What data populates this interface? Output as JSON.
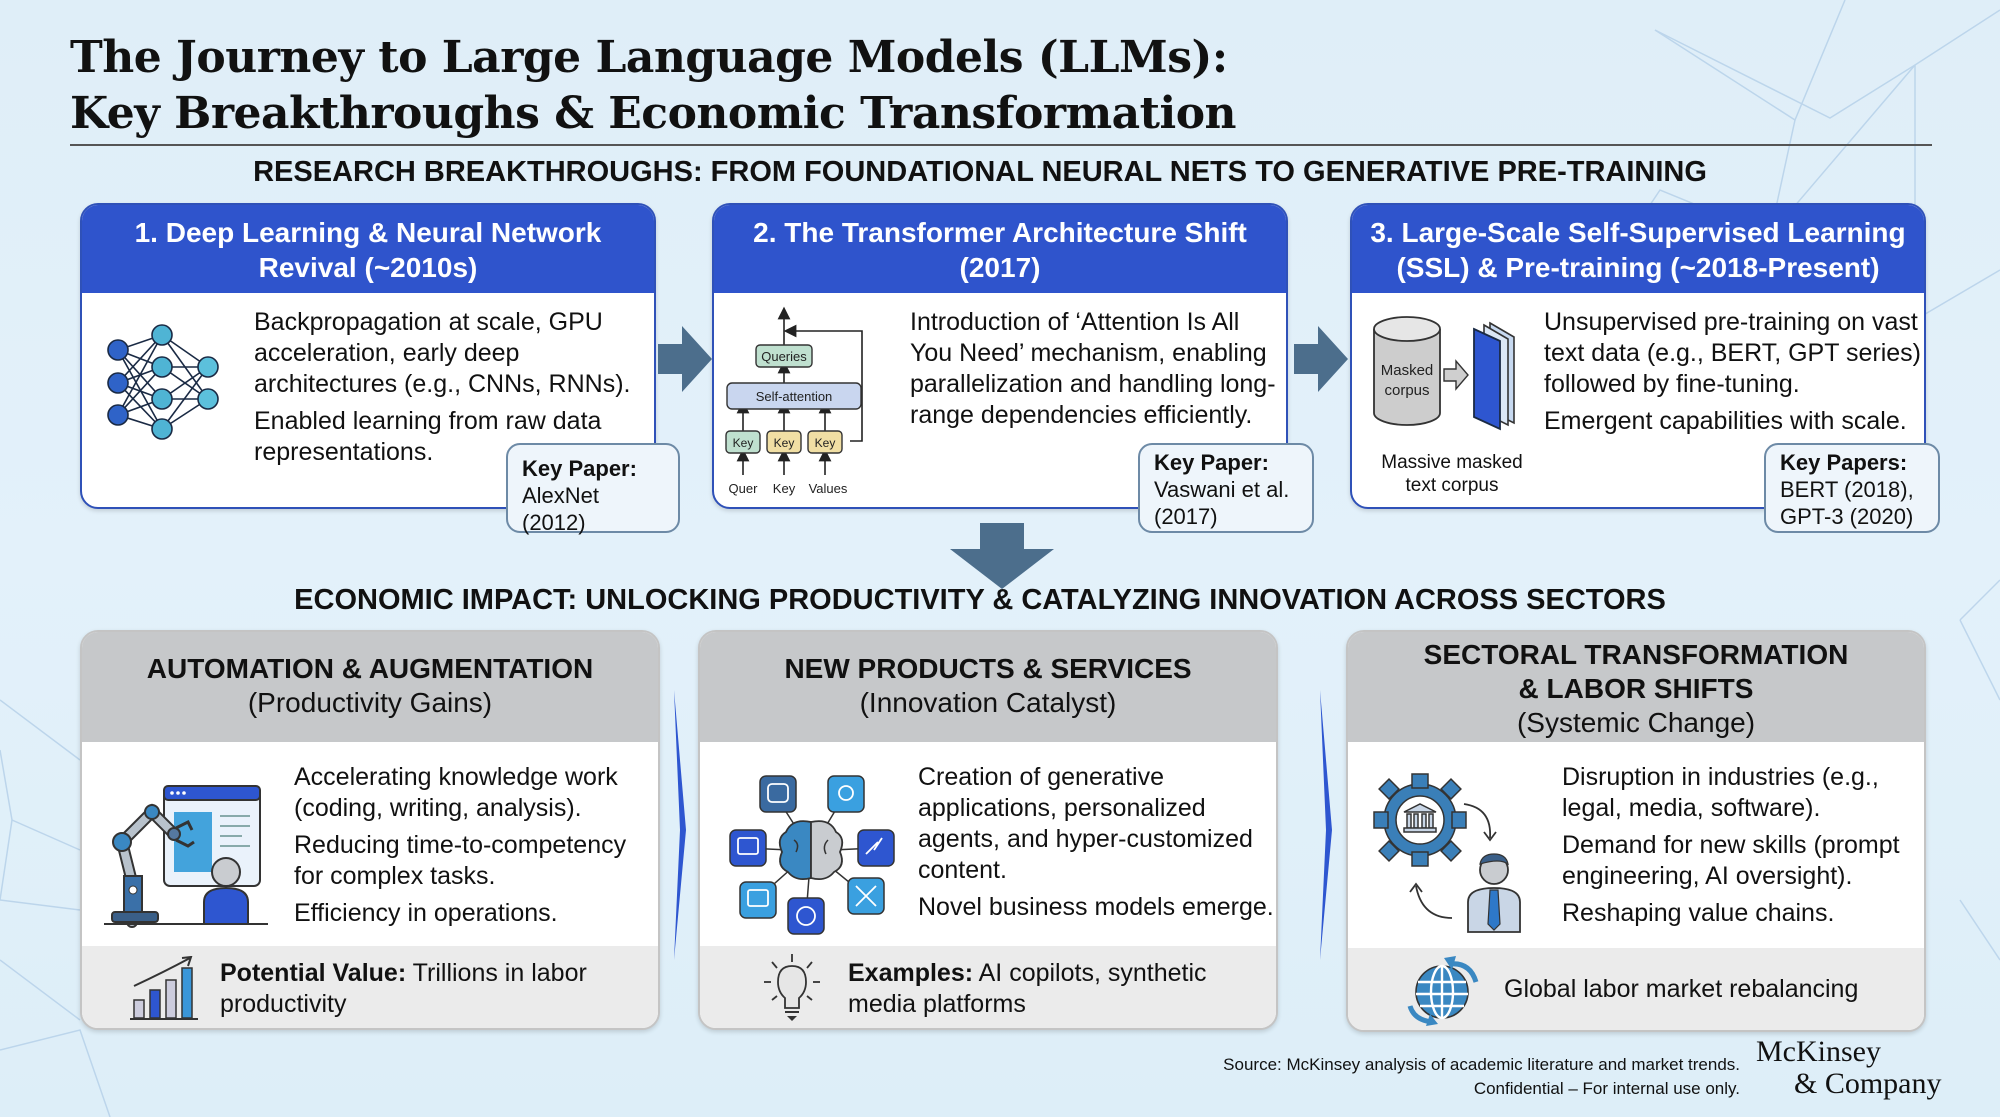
{
  "title": {
    "line1": "The Journey to Large Language Models (LLMs):",
    "line2": "Key Breakthroughs & Economic Transformation"
  },
  "research": {
    "heading": "RESEARCH BREAKTHROUGHS: FROM FOUNDATIONAL NEURAL NETS TO GENERATIVE PRE-TRAINING",
    "cards": [
      {
        "title_line1": "1. Deep Learning & Neural Network",
        "title_line2": "Revival (~2010s)",
        "icon": "neural-network-icon",
        "paragraphs": [
          "Backpropagation at scale, GPU acceleration, early deep architectures (e.g., CNNs, RNNs).",
          "Enabled learning from raw data representations."
        ],
        "key_label": "Key Paper:",
        "key_value": "AlexNet (2012)"
      },
      {
        "title_line1": "2. The Transformer Architecture Shift",
        "title_line2": "(2017)",
        "icon": "transformer-diagram-icon",
        "diagram": {
          "top": "Queries",
          "middle": "Self-attention",
          "keys": [
            "Key",
            "Key",
            "Key"
          ],
          "inputs": [
            "Quer",
            "Key",
            "Values"
          ]
        },
        "paragraphs": [
          "Introduction of ‘Attention Is All You Need’ mechanism, enabling parallelization and handling long-range dependencies efficiently."
        ],
        "key_label": "Key Paper:",
        "key_value": "Vaswani et al. (2017)"
      },
      {
        "title_line1": "3. Large-Scale Self-Supervised Learning",
        "title_line2": "(SSL) & Pre-training (~2018-Present)",
        "icon": "database-to-book-icon",
        "diagram": {
          "cylinder_label_1": "Masked",
          "cylinder_label_2": "corpus",
          "caption_1": "Massive masked",
          "caption_2": "text corpus"
        },
        "paragraphs": [
          "Unsupervised pre-training on vast text data (e.g., BERT, GPT series) followed by fine-tuning.",
          "Emergent capabilities with scale."
        ],
        "key_label": "Key Papers:",
        "key_value_1": "BERT (2018),",
        "key_value_2": "GPT-3 (2020)"
      }
    ]
  },
  "economic": {
    "heading": "ECONOMIC IMPACT: UNLOCKING PRODUCTIVITY & CATALYZING INNOVATION ACROSS SECTORS",
    "cards": [
      {
        "title": "AUTOMATION & AUGMENTATION",
        "subtitle": "(Productivity Gains)",
        "icon": "robot-arm-with-person-icon",
        "paragraphs": [
          "Accelerating knowledge work (coding, writing, analysis).",
          "Reducing time-to-competency for complex tasks.",
          "Efficiency in operations."
        ],
        "footer_icon": "growth-bar-chart-icon",
        "footer_label": "Potential Value:",
        "footer_text": " Trillions in labor productivity"
      },
      {
        "title": "NEW PRODUCTS & SERVICES",
        "subtitle": "(Innovation Catalyst)",
        "icon": "brain-hub-icon",
        "paragraphs": [
          "Creation of generative applications, personalized agents, and hyper-customized content.",
          "Novel business models emerge."
        ],
        "footer_icon": "lightbulb-icon",
        "footer_label": "Examples:",
        "footer_text": " AI copilots, synthetic media platforms"
      },
      {
        "title_line1": "SECTORAL TRANSFORMATION",
        "title_line2": "& LABOR SHIFTS",
        "subtitle": "(Systemic Change)",
        "icon": "gear-institution-worker-icon",
        "paragraphs": [
          "Disruption in industries (e.g., legal, media, software).",
          "Demand for new skills (prompt engineering, AI oversight).",
          "Reshaping value chains."
        ],
        "footer_icon": "globe-cycle-icon",
        "footer_text": "Global labor market rebalancing"
      }
    ]
  },
  "footer": {
    "source": "Source: McKinsey analysis of academic literature and market trends.",
    "confidential": "Confidential – For internal use only.",
    "logo_line1": "McKinsey",
    "logo_line2": "& Company"
  },
  "colors": {
    "accent_blue": "#2f54cc",
    "arrow_slate": "#4c6e8c",
    "card_head_gray": "#c6c8ca",
    "background": "#e0eff9"
  }
}
